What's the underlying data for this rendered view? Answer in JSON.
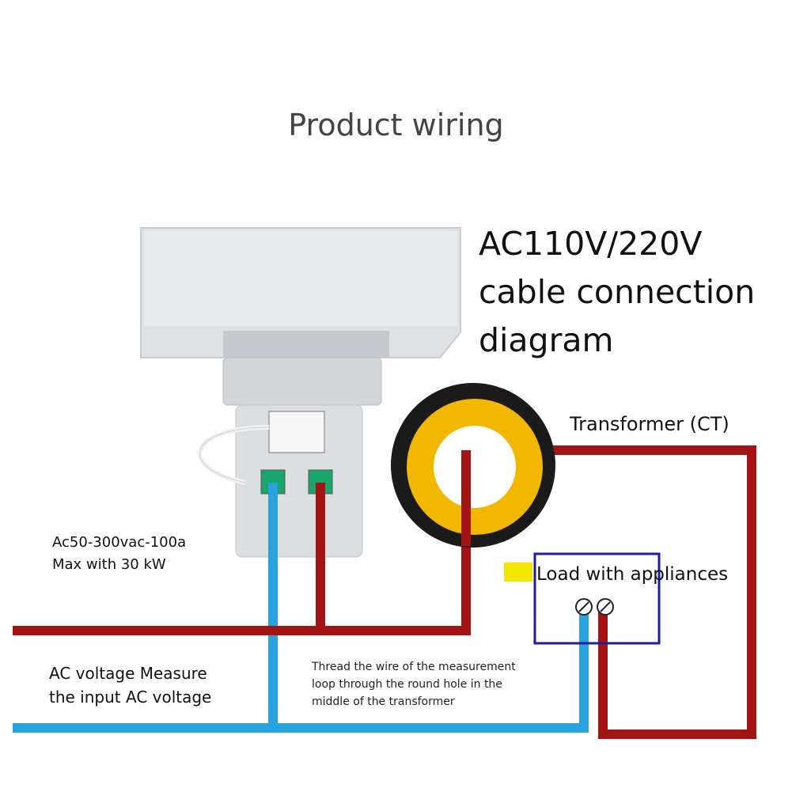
{
  "title": "Product wiring",
  "heading": [
    "AC110V/220V",
    "cable connection",
    "diagram"
  ],
  "labels": {
    "transformer": "Transformer (CT)",
    "spec": [
      "Ac50-300vac-100a",
      "Max with 30 kW"
    ],
    "measure": [
      "AC voltage Measure",
      "the input AC voltage"
    ],
    "thread": [
      "Thread the wire of the measurement",
      "loop through the round hole in the",
      "middle of the transformer"
    ],
    "load": "Load with appliances"
  },
  "colors": {
    "live_wire": "#a31515",
    "neutral_wire": "#29a3e0",
    "load_box": "#1e1e9e",
    "ct_core": "#1a1a1a",
    "ct_winding": "#f2b800",
    "highlight": "#f5e600",
    "device_body": "#e4e6e8"
  }
}
